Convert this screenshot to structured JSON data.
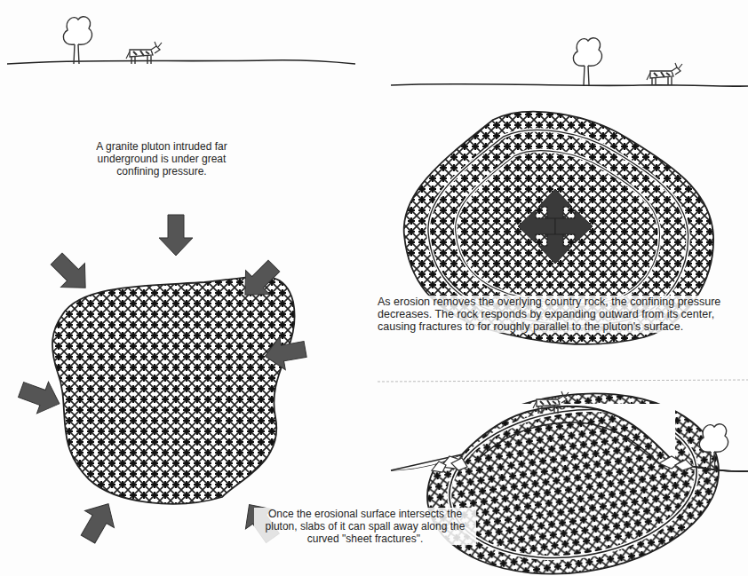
{
  "diagram": {
    "labels": [
      "A granite pluton intruded far underground is under great confining pressure.",
      "As erosion removes the overlying country rock, the confining pressure decreases. The rock responds by expanding outward from its center, causing fractures to for roughly parallel to the pluton's surface.",
      "Once the erosional surface intersects the pluton, slabs of it can spall away along the curved \"sheet fractures\"."
    ]
  }
}
